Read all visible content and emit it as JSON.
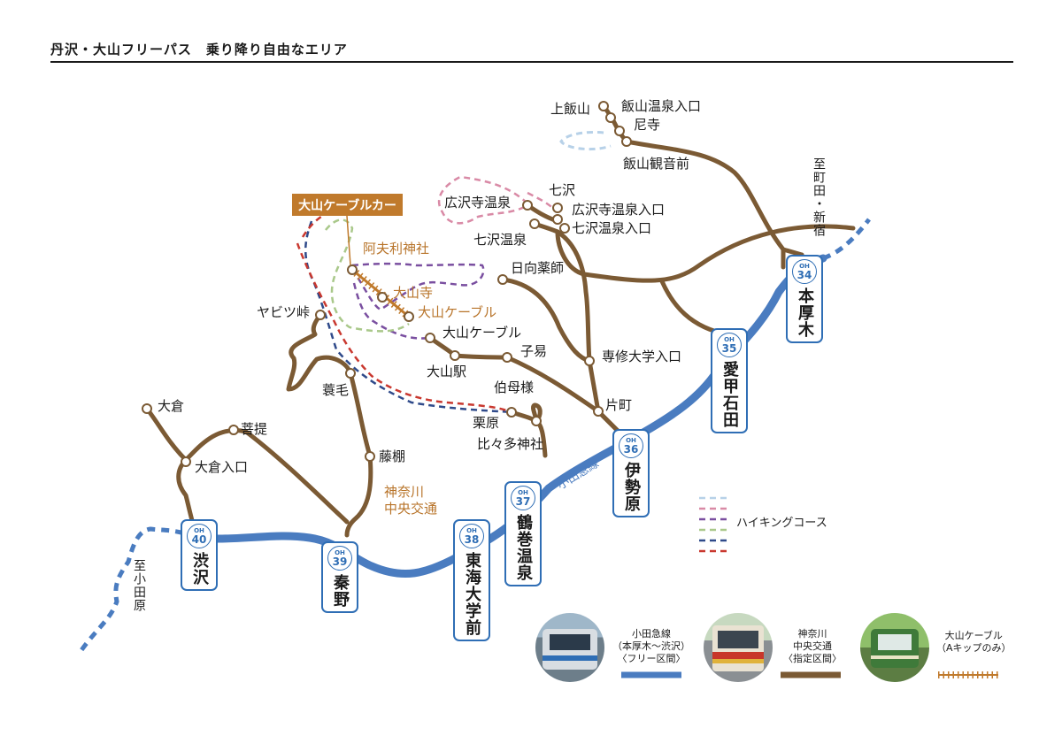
{
  "header": {
    "title": "丹沢・大山フリーパス　乗り降り自由なエリア"
  },
  "colors": {
    "odakyu_line": "#4a7cc0",
    "bus_route": "#7b5a34",
    "cable_car": "#c07a2c",
    "hiking": [
      "#b7d1e8",
      "#d98aa6",
      "#7a4fa0",
      "#a9c88a",
      "#2f4a8a",
      "#c9382f"
    ]
  },
  "stations": [
    {
      "code_prefix": "OH",
      "number": "34",
      "name": "本厚木"
    },
    {
      "code_prefix": "OH",
      "number": "35",
      "name": "愛甲石田"
    },
    {
      "code_prefix": "OH",
      "number": "36",
      "name": "伊勢原"
    },
    {
      "code_prefix": "OH",
      "number": "37",
      "name": "鶴巻温泉"
    },
    {
      "code_prefix": "OH",
      "number": "38",
      "name": "東海大学前"
    },
    {
      "code_prefix": "OH",
      "number": "39",
      "name": "秦野"
    },
    {
      "code_prefix": "OH",
      "number": "40",
      "name": "渋沢"
    }
  ],
  "stops": {
    "kamiiiyama": "上飯山",
    "iiyama_onsen_iriguchi": "飯山温泉入口",
    "amadera": "尼寺",
    "iiyama_kannon_mae": "飯山観音前",
    "nanasawa": "七沢",
    "hirosawadera_onsen": "広沢寺温泉",
    "hirosawadera_onsen_iriguchi": "広沢寺温泉入口",
    "nanasawa_onsen": "七沢温泉",
    "nanasawa_onsen_iriguchi": "七沢温泉入口",
    "hinata_yakushi": "日向薬師",
    "afuri_jinja": "阿夫利神社",
    "oyamadera": "大山寺",
    "oyama_cable_station": "大山ケーブル",
    "yabitsu_toge": "ヤビツ峠",
    "oyama_cable_bus": "大山ケーブル",
    "koyasu": "子易",
    "oyama_eki": "大山駅",
    "senshu_daigaku_iriguchi": "専修大学入口",
    "hakubosama": "伯母様",
    "katamachi": "片町",
    "kurihara": "栗原",
    "hibita_jinja": "比々多神社",
    "minoge": "蓑毛",
    "okura": "大倉",
    "bodai": "菩提",
    "okura_iriguchi": "大倉入口",
    "fujidana": "藤棚"
  },
  "labels": {
    "cable_car_badge": "大山ケーブルカー",
    "kanachu": "神奈川\n中央交通",
    "odakyu_line_label": "小田急線",
    "to_machida": "至町田・新宿",
    "to_odawara": "至小田原",
    "hiking_course": "ハイキングコース"
  },
  "legend": [
    {
      "name": "odakyu",
      "text": "小田急線\n（本厚木〜渋沢）\n〈フリー区間〉"
    },
    {
      "name": "bus",
      "text": "神奈川\n中央交通\n〈指定区間〉"
    },
    {
      "name": "cable",
      "text": "大山ケーブル\n（Aキップのみ）"
    }
  ]
}
